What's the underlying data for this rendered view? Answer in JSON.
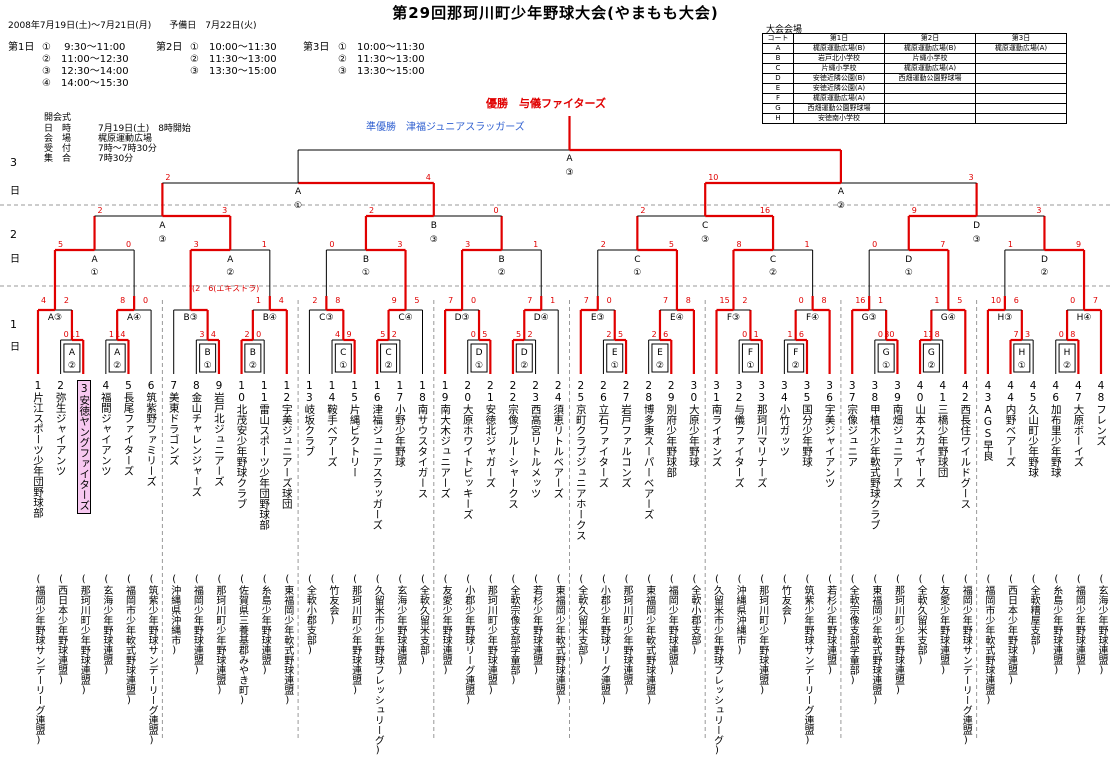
{
  "title": "第29回那珂川町少年野球大会(やまもも大会)",
  "dates": "2008年7月19日(土)～7月21日(月)　　予備日　7月22日(火)",
  "schedule": {
    "day1_label": "第1日",
    "day1": [
      "①　 9:30～11:00",
      "②　11:00～12:30",
      "③　12:30～14:00",
      "④　14:00～15:30"
    ],
    "day2_label": "第2日",
    "day2": [
      "①　10:00～11:30",
      "②　11:30～13:00",
      "③　13:30～15:00"
    ],
    "day3_label": "第3日",
    "day3": [
      "①　10:00～11:30",
      "②　11:30～13:00",
      "③　13:30～15:00"
    ]
  },
  "opening": {
    "heading": "開会式",
    "rows": [
      {
        "label": "日　時",
        "value": "7月19日(土)　8時開始"
      },
      {
        "label": "会　場",
        "value": "梶原運動広場"
      },
      {
        "label": "受　付",
        "value": "7時～7時30分"
      },
      {
        "label": "集　合",
        "value": "7時30分"
      }
    ]
  },
  "venues": {
    "title": "大会会場",
    "headers": [
      "コート",
      "第1日",
      "第2日",
      "第3日"
    ],
    "rows": [
      [
        "A",
        "梶原運動広場(B)",
        "梶原運動広場(B)",
        "梶原運動広場(A)"
      ],
      [
        "B",
        "岩戸北小学校",
        "片縄小学校",
        ""
      ],
      [
        "C",
        "片縄小学校",
        "梶原運動広場(A)",
        ""
      ],
      [
        "D",
        "安徳近隣公園(B)",
        "西畑運動公園野球場",
        ""
      ],
      [
        "E",
        "安徳近隣公園(A)",
        "",
        ""
      ],
      [
        "F",
        "梶原運動広場(A)",
        "",
        ""
      ],
      [
        "G",
        "西畑運動公園野球場",
        "",
        ""
      ],
      [
        "H",
        "安徳南小学校",
        "",
        ""
      ]
    ]
  },
  "winner": "優勝　与儀ファイターズ",
  "runner_up": "準優勝　津福ジュニアスラッガーズ",
  "day_labels": {
    "d3": "3",
    "d2": "2",
    "d1": "1",
    "day": "日"
  },
  "extra_note": "(2　6(エキストラ)",
  "teams": [
    {
      "no": "1",
      "name": "片江スポーツ少年団野球部",
      "league": "(福岡少年野球サンデーリーグ連盟)"
    },
    {
      "no": "2",
      "name": "弥生ジャイアンツ",
      "league": "(西日本少年野球連盟)"
    },
    {
      "no": "3",
      "name": "安徳ヤングファイターズ",
      "league": "(那珂川町少年野球連盟)",
      "highlight": true
    },
    {
      "no": "4",
      "name": "福間ジャイアンツ",
      "league": "(玄海少年野球連盟)"
    },
    {
      "no": "5",
      "name": "長尾ファイターズ",
      "league": "(福岡市少年軟式野球連盟)"
    },
    {
      "no": "6",
      "name": "筑紫野ファミリーズ",
      "league": "(筑紫少年野球サンデーリーグ連盟)"
    },
    {
      "no": "7",
      "name": "美東ドラゴンズ",
      "league": "(沖縄県沖縄市)"
    },
    {
      "no": "8",
      "name": "金山チャレンジャーズ",
      "league": "(福岡少年野球連盟)"
    },
    {
      "no": "9",
      "name": "岩戸北ジュニアーズ",
      "league": "(那珂川町少年野球連盟)"
    },
    {
      "no": "10",
      "name": "北茂安少年野球クラブ",
      "league": "(佐賀県三養基郡みやき町)"
    },
    {
      "no": "11",
      "name": "雷山スポーツ少年団野球部",
      "league": "(糸島少年野球連盟)"
    },
    {
      "no": "12",
      "name": "宇美ジュニアーズ球団",
      "league": "(東福岡少年軟式野球連盟)"
    },
    {
      "no": "13",
      "name": "岐坂クラブ",
      "league": "(全軟小郡支部)"
    },
    {
      "no": "14",
      "name": "鞍手ベアーズ",
      "league": "(竹友会)"
    },
    {
      "no": "15",
      "name": "片縄ビクトリー",
      "league": "(那珂川町少年野球連盟)"
    },
    {
      "no": "16",
      "name": "津福ジュニアスラッガーズ",
      "league": "(久留米市少年野球フレッシュリーグ)"
    },
    {
      "no": "17",
      "name": "小野少年野球",
      "league": "(玄海少年野球連盟)"
    },
    {
      "no": "18",
      "name": "南サウスタイガース",
      "league": "(全軟久留米支部)"
    },
    {
      "no": "19",
      "name": "南大木ジュニアーズ",
      "league": "(友愛少年野球連盟)"
    },
    {
      "no": "20",
      "name": "大原ホワイトビッキーズ",
      "league": "(小郡少年野球リーグ連盟)"
    },
    {
      "no": "21",
      "name": "安徳北ジャガーズ",
      "league": "(那珂川町少年野球連盟)"
    },
    {
      "no": "22",
      "name": "宗像ブルーシャークス",
      "league": "(全軟宗像支部学童部)"
    },
    {
      "no": "23",
      "name": "西高宮リトルメッツ",
      "league": "(若杉少年野球連盟)"
    },
    {
      "no": "24",
      "name": "須恵リトルベアーズ",
      "league": "(東福岡少年軟式野球連盟)"
    },
    {
      "no": "25",
      "name": "京町クラブジュニアホークス",
      "league": "(全軟久留米支部)"
    },
    {
      "no": "26",
      "name": "立石ファイターズ",
      "league": "(小郡少年野球リーグ連盟)"
    },
    {
      "no": "27",
      "name": "岩戸ファルコンズ",
      "league": "(那珂川町少年野球連盟)"
    },
    {
      "no": "28",
      "name": "博多東スーパーベアーズ",
      "league": "(東福岡少年軟式野球連盟)"
    },
    {
      "no": "29",
      "name": "別府少年野球部",
      "league": "(福岡少年野球連盟)"
    },
    {
      "no": "30",
      "name": "大原少年野球",
      "league": "(全軟小郡支部)"
    },
    {
      "no": "31",
      "name": "南ライオンズ",
      "league": "(久留米市少年野球フレッシュリーグ)"
    },
    {
      "no": "32",
      "name": "与儀ファイターズ",
      "league": "(沖縄県沖縄市)"
    },
    {
      "no": "33",
      "name": "那珂川マリナーズ",
      "league": "(那珂川町少年野球連盟)"
    },
    {
      "no": "34",
      "name": "小竹ガッツ",
      "league": "(竹友会)"
    },
    {
      "no": "35",
      "name": "国分少年野球",
      "league": "(筑紫少年野球サンデーリーグ連盟)"
    },
    {
      "no": "36",
      "name": "宇美ジャイアンツ",
      "league": "(若杉少年野球連盟)"
    },
    {
      "no": "37",
      "name": "宗像ジュニア",
      "league": "(全軟宗像支部学童部)"
    },
    {
      "no": "38",
      "name": "甲植木少年軟式野球クラブ",
      "league": "(東福岡少年軟式野球連盟)"
    },
    {
      "no": "39",
      "name": "南畑ジュニアーズ",
      "league": "(那珂川町少年野球連盟)"
    },
    {
      "no": "40",
      "name": "山本スカイヤーズ",
      "league": "(全軟久留米支部)"
    },
    {
      "no": "41",
      "name": "三橋少年野球団",
      "league": "(友愛少年野球連盟)"
    },
    {
      "no": "42",
      "name": "西長住ワイルドグース",
      "league": "(福岡少年野球サンデーリーグ連盟)"
    },
    {
      "no": "43",
      "name": "AGS早良",
      "league": "(福岡市少年軟式野球連盟)"
    },
    {
      "no": "44",
      "name": "内野ベアーズ",
      "league": "(西日本少年野球連盟)"
    },
    {
      "no": "45",
      "name": "久山町少年野球",
      "league": "(全軟糟屋支部)"
    },
    {
      "no": "46",
      "name": "加布里少年野球",
      "league": "(糸島少年野球連盟)"
    },
    {
      "no": "47",
      "name": "大原ボーイズ",
      "league": "(福岡少年野球連盟)"
    },
    {
      "no": "48",
      "name": "フレンズ",
      "league": "(玄海少年野球連盟)"
    }
  ],
  "r1_matches": [
    {
      "court": "A",
      "no": "②",
      "s1": "0",
      "s2": "11"
    },
    {
      "court": "A",
      "no": "②",
      "s1": "1",
      "s2": "14"
    },
    {
      "court": "B",
      "no": "①",
      "s1": "3",
      "s2": "4"
    },
    {
      "court": "B",
      "no": "②",
      "s1": "2",
      "s2": "0"
    },
    {
      "court": "C",
      "no": "①",
      "s1": "4",
      "s2": "9"
    },
    {
      "court": "C",
      "no": "②",
      "s1": "5",
      "s2": "2"
    },
    {
      "court": "D",
      "no": "①",
      "s1": "0",
      "s2": "5"
    },
    {
      "court": "D",
      "no": "②",
      "s1": "5",
      "s2": "2"
    },
    {
      "court": "E",
      "no": "①",
      "s1": "2",
      "s2": "5"
    },
    {
      "court": "E",
      "no": "②",
      "s1": "2",
      "s2": "6"
    },
    {
      "court": "F",
      "no": "①",
      "s1": "0",
      "s2": "1"
    },
    {
      "court": "F",
      "no": "②",
      "s1": "1",
      "s2": "6"
    },
    {
      "court": "G",
      "no": "①",
      "s1": "0",
      "s2": "30"
    },
    {
      "court": "G",
      "no": "②",
      "s1": "11",
      "s2": "8"
    },
    {
      "court": "H",
      "no": "①",
      "s1": "7",
      "s2": "3"
    },
    {
      "court": "H",
      "no": "②",
      "s1": "0",
      "s2": "8"
    }
  ],
  "r2_matches": [
    {
      "label": "A③",
      "s1": "4",
      "s2": "2"
    },
    {
      "label": "A④",
      "s1": "8",
      "s2": "0"
    },
    {
      "label": "B③",
      "s1": "",
      "s2": ""
    },
    {
      "label": "B④",
      "s1": "1",
      "s2": "4"
    },
    {
      "label": "C③",
      "s1": "2",
      "s2": "8"
    },
    {
      "label": "C④",
      "s1": "9",
      "s2": "5"
    },
    {
      "label": "D③",
      "s1": "7",
      "s2": "0"
    },
    {
      "label": "D④",
      "s1": "7",
      "s2": "1"
    },
    {
      "label": "E③",
      "s1": "7",
      "s2": "0"
    },
    {
      "label": "E④",
      "s1": "7",
      "s2": "8"
    },
    {
      "label": "F③",
      "s1": "15",
      "s2": "2"
    },
    {
      "label": "F④",
      "s1": "0",
      "s2": "8"
    },
    {
      "label": "G③",
      "s1": "16",
      "s2": "1"
    },
    {
      "label": "G④",
      "s1": "1",
      "s2": "5"
    },
    {
      "label": "H③",
      "s1": "10",
      "s2": "6"
    },
    {
      "label": "H④",
      "s1": "0",
      "s2": "7"
    }
  ],
  "r3_matches": [
    {
      "court": "A",
      "no": "①",
      "s1": "5",
      "s2": "0"
    },
    {
      "court": "A",
      "no": "②",
      "s1": "3",
      "s2": "1"
    },
    {
      "court": "B",
      "no": "①",
      "s1": "0",
      "s2": "3"
    },
    {
      "court": "B",
      "no": "②",
      "s1": "3",
      "s2": "1"
    },
    {
      "court": "C",
      "no": "①",
      "s1": "2",
      "s2": "5"
    },
    {
      "court": "C",
      "no": "②",
      "s1": "8",
      "s2": "1"
    },
    {
      "court": "D",
      "no": "①",
      "s1": "0",
      "s2": "7"
    },
    {
      "court": "D",
      "no": "②",
      "s1": "1",
      "s2": "9"
    }
  ],
  "r4_matches": [
    {
      "court": "A",
      "no": "③",
      "s1": "2",
      "s2": "3"
    },
    {
      "court": "B",
      "no": "③",
      "s1": "2",
      "s2": "0"
    },
    {
      "court": "C",
      "no": "③",
      "s1": "2",
      "s2": "16"
    },
    {
      "court": "D",
      "no": "③",
      "s1": "9",
      "s2": "3"
    }
  ],
  "r5_matches": [
    {
      "court": "A",
      "no": "①",
      "s1": "2",
      "s2": "4"
    },
    {
      "court": "A",
      "no": "②",
      "s1": "10",
      "s2": "3"
    }
  ],
  "final": {
    "court": "A",
    "no": "③"
  }
}
